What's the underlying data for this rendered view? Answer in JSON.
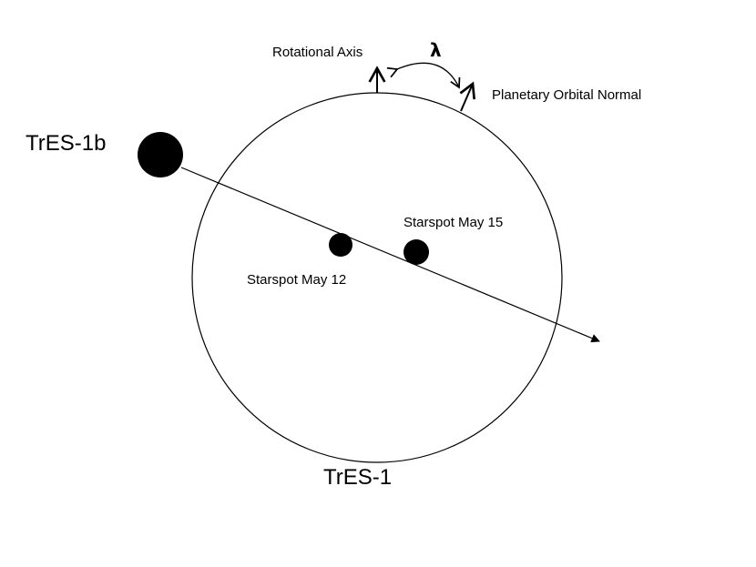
{
  "planet": {
    "label": "TrES-1b"
  },
  "star": {
    "label": "TrES-1"
  },
  "rotational_axis": {
    "label": "Rotational Axis"
  },
  "orbital_normal": {
    "label": "Planetary Orbital Normal"
  },
  "misalignment_angle": {
    "symbol": "λ"
  },
  "starspots": [
    {
      "label": "Starspot May 12"
    },
    {
      "label": "Starspot May 15"
    }
  ],
  "colors": {
    "line": "#000000",
    "fill": "#000000",
    "background": "#ffffff"
  }
}
